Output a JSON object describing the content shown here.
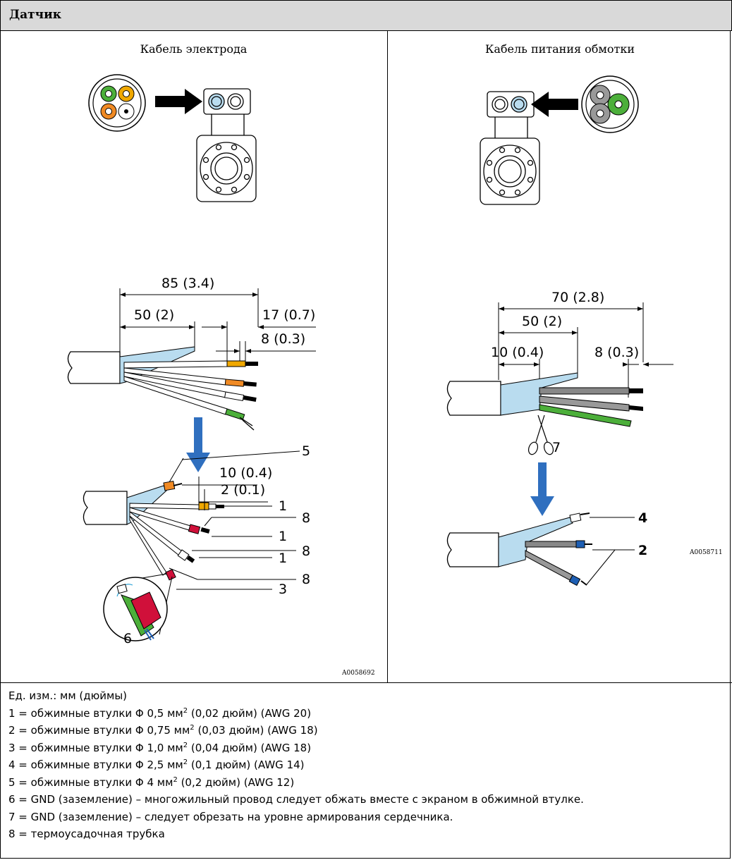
{
  "header": {
    "title": "Датчик"
  },
  "left_panel": {
    "title": "Кабель электрода",
    "figure_code": "A0058692",
    "dim_labels": [
      "85 (3.4)",
      "50 (2)",
      "17 (0.7)",
      "8 (0.3)",
      "10 (0.4)",
      "2 (0.1)"
    ],
    "callouts": [
      "5",
      "1",
      "8",
      "1",
      "8",
      "1",
      "8",
      "3",
      "6"
    ]
  },
  "right_panel": {
    "title": "Кабель питания обмотки",
    "figure_code": "A0058711",
    "dim_labels": [
      "70 (2.8)",
      "50 (2)",
      "10 (0.4)",
      "8 (0.3)"
    ],
    "callouts": [
      "7",
      "4",
      "2"
    ]
  },
  "legend": {
    "units": "Ед. изм.: мм (дюймы)",
    "items": [
      {
        "text": "1 = обжимные втулки Φ 0,5 мм",
        "sup": "2",
        "after": " (0,02 дюйм) (AWG 20)"
      },
      {
        "text": "2 = обжимные втулки Φ 0,75 мм",
        "sup": "2",
        "after": " (0,03 дюйм) (AWG 18)"
      },
      {
        "text": "3 = обжимные втулки Φ 1,0 мм",
        "sup": "2",
        "after": " (0,04 дюйм) (AWG 18)"
      },
      {
        "text": "4 = обжимные втулки Φ 2,5 мм",
        "sup": "2",
        "after": " (0,1 дюйм) (AWG 14)"
      },
      {
        "text": "5 = обжимные втулки Φ 4 мм",
        "sup": "2",
        "after": " (0,2 дюйм) (AWG 12)"
      },
      {
        "text": "6 = GND (заземление) – многожильный провод следует обжать вместе с экраном в обжимной втулке.",
        "sup": "",
        "after": ""
      },
      {
        "text": "7 = GND (заземление) – следует обрезать на уровне армирования сердечника.",
        "sup": "",
        "after": ""
      },
      {
        "text": "8 = термоусадочная трубка",
        "sup": "",
        "after": ""
      }
    ]
  },
  "colors": {
    "header_bg": "#d9d9d9",
    "arrow_blue": "#2f6fbf",
    "shield_blue": "#b9dcef",
    "wire_green": "#4caf3a",
    "wire_orange": "#f08a24",
    "wire_yellow": "#f0a800",
    "sleeve_red": "#d0103a",
    "sleeve_blue": "#1e5fb4"
  }
}
